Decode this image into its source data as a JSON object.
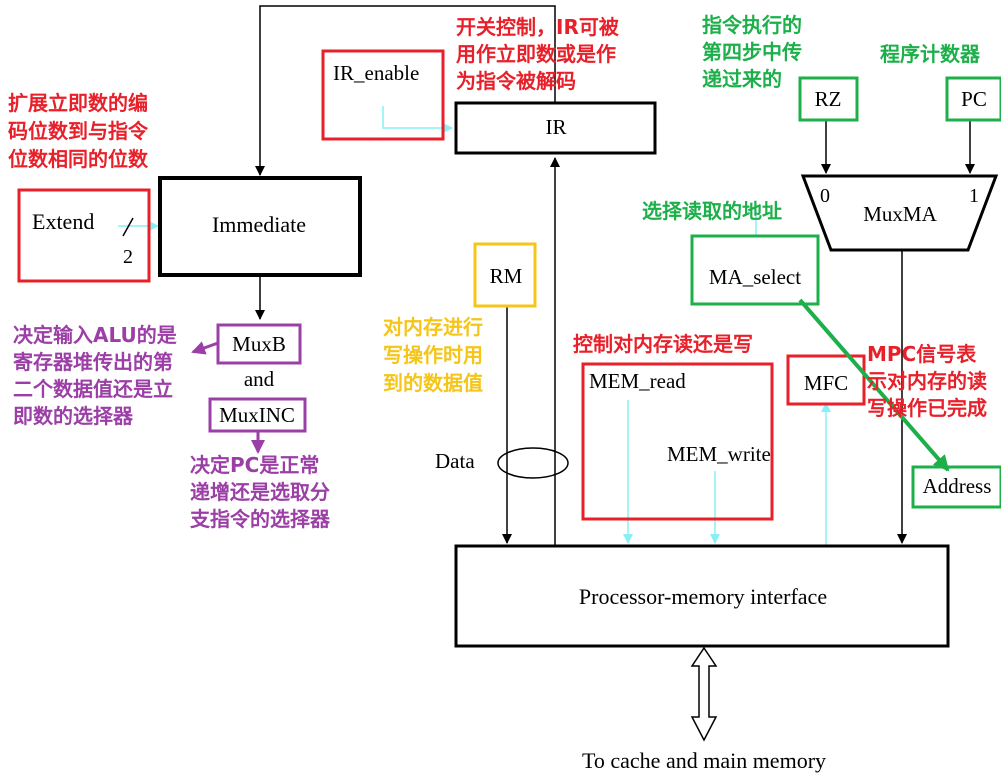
{
  "blocks": {
    "ir_enable": "IR_enable",
    "ir": "IR",
    "extend": "Extend",
    "extend_bits": "2",
    "immediate": "Immediate",
    "rm": "RM",
    "rz": "RZ",
    "pc": "PC",
    "muxma": "MuxMA",
    "muxma_in0": "0",
    "muxma_in1": "1",
    "ma_select": "MA_select",
    "muxb": "MuxB",
    "and": "and",
    "muxinc": "MuxINC",
    "mem_read": "MEM_read",
    "mem_write": "MEM_write",
    "mfc": "MFC",
    "data": "Data",
    "address": "Address",
    "pmi": "Processor-memory interface",
    "cache": "To cache and main memory"
  },
  "notes": {
    "ir_switch": [
      "开关控制，IR可被",
      "用作立即数或是作",
      "为指令被解码"
    ],
    "extend": [
      "扩展立即数的编",
      "码位数到与指令",
      "位数相同的位数"
    ],
    "rz": [
      "指令执行的",
      "第四步中传",
      "递过来的"
    ],
    "pc": [
      "程序计数器"
    ],
    "ma_select": [
      "选择读取的地址"
    ],
    "muxb": [
      "决定输入ALU的是",
      "寄存器堆传出的第",
      "二个数据值还是立",
      "即数的选择器"
    ],
    "muxinc": [
      "决定PC是正常",
      "递增还是选取分",
      "支指令的选择器"
    ],
    "rm": [
      "对内存进行",
      "写操作时用",
      "到的数据值"
    ],
    "mem_ctrl": [
      "控制对内存读还是写"
    ],
    "mfc": [
      "MPC信号表",
      "示对内存的读",
      "写操作已完成"
    ]
  },
  "colors": {
    "red": "#e8202a",
    "green": "#1db04a",
    "yellow": "#f5c518",
    "purple": "#9b3fa6",
    "cyan": "#88f0f4",
    "black": "#000000"
  }
}
